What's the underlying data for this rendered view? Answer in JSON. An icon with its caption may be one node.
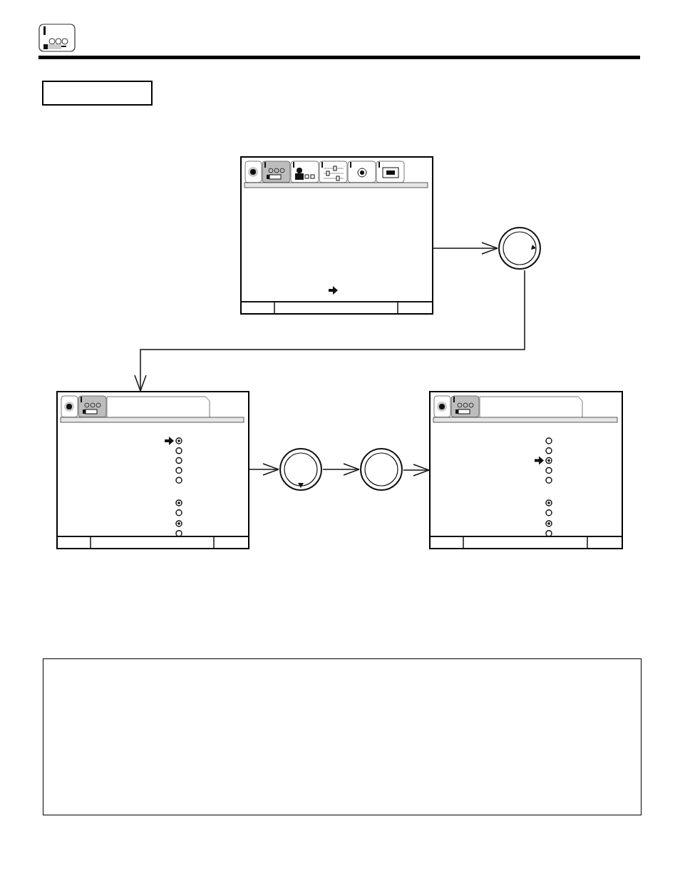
{
  "diagram": {
    "nodes": [
      {
        "text": [],
        "shape": "box"
      },
      {
        "text": [],
        "shape": "circle"
      },
      {
        "text": [],
        "shape": "box"
      },
      {
        "text": [],
        "shape": "circle"
      },
      {
        "text": [],
        "shape": "circle"
      },
      {
        "text": [],
        "shape": "box"
      }
    ],
    "edges": [
      {
        "from": 0,
        "to": 1,
        "arrow": "to"
      },
      {
        "from": 1,
        "to": 2,
        "arrow": "to"
      },
      {
        "from": 2,
        "to": 3,
        "arrow": "to"
      },
      {
        "from": 3,
        "to": 4,
        "arrow": "to"
      },
      {
        "from": 4,
        "to": 5,
        "arrow": "to"
      }
    ]
  }
}
